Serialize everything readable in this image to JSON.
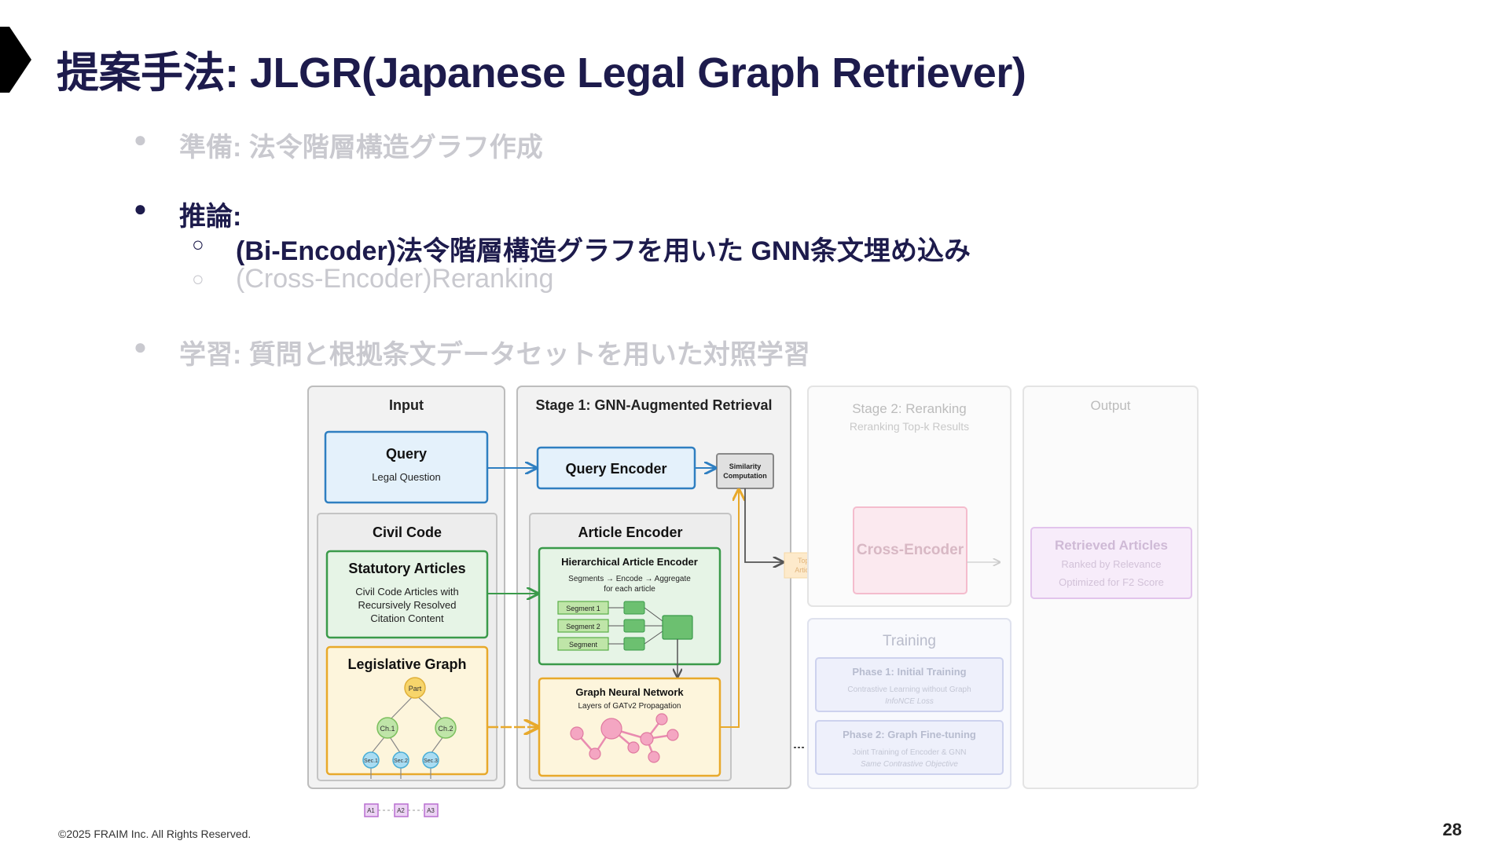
{
  "slide": {
    "title": "提案手法: JLGR(Japanese Legal Graph Retriever)",
    "bullets": {
      "prep": "準備: 法令階層構造グラフ作成",
      "inference": "推論:",
      "sub1": "(Bi-Encoder)法令階層構造グラフを用いた GNN条文埋め込み",
      "sub2": "(Cross-Encoder)Reranking",
      "training": "学習: 質問と根拠条文データセットを用いた対照学習"
    },
    "footer": "©2025 FRAIM Inc. All Rights Reserved.",
    "page_number": "28"
  },
  "diagram": {
    "input_title": "Input",
    "query_title": "Query",
    "query_sub": "Legal Question",
    "civil_code_title": "Civil Code",
    "statutory_title": "Statutory Articles",
    "statutory_line1": "Civil Code Articles with",
    "statutory_line2": "Recursively Resolved",
    "statutory_line3": "Citation Content",
    "leg_graph_title": "Legislative Graph",
    "node_part": "Part",
    "node_ch1": "Ch.1",
    "node_ch2": "Ch.2",
    "node_sec1": "Sec.1",
    "node_sec2": "Sec.2",
    "node_sec3": "Sec.3",
    "node_a1": "A1",
    "node_a2": "A2",
    "node_a3": "A3",
    "stage1_title": "Stage 1: GNN-Augmented Retrieval",
    "query_encoder": "Query Encoder",
    "similarity_line1": "Similarity",
    "similarity_line2": "Computation",
    "article_encoder_title": "Article Encoder",
    "hier_title": "Hierarchical Article Encoder",
    "hier_sub1": "Segments → Encode → Aggregate",
    "hier_sub2": "for each article",
    "segment1": "Segment 1",
    "segment2": "Segment 2",
    "segment3": "Segment",
    "gnn_title": "Graph Neural Network",
    "gnn_sub": "Layers of GATv2 Propagation",
    "topk_line1": "Top-k",
    "topk_line2": "Articles",
    "stage2_title": "Stage 2: Reranking",
    "stage2_sub": "Reranking Top-k Results",
    "cross_encoder": "Cross-Encoder",
    "output_title": "Output",
    "retrieved_title": "Retrieved Articles",
    "retrieved_sub1": "Ranked by Relevance",
    "retrieved_sub2": "Optimized for F2 Score",
    "training_title": "Training",
    "phase1_title": "Phase 1: Initial Training",
    "phase1_sub1": "Contrastive Learning without Graph",
    "phase1_sub2": "InfoNCE Loss",
    "phase2_title": "Phase 2: Graph Fine-tuning",
    "phase2_sub1": "Joint Training of Encoder & GNN",
    "phase2_sub2": "Same Contrastive Objective"
  },
  "colors": {
    "title_navy": "#1d1b4c",
    "faded_gray": "#c9c9cf",
    "query_blue": "#2f7fc1",
    "green": "#3a9a4a",
    "orange": "#e8a92b",
    "pink": "#e98bb0",
    "purple": "#b96fd0"
  }
}
